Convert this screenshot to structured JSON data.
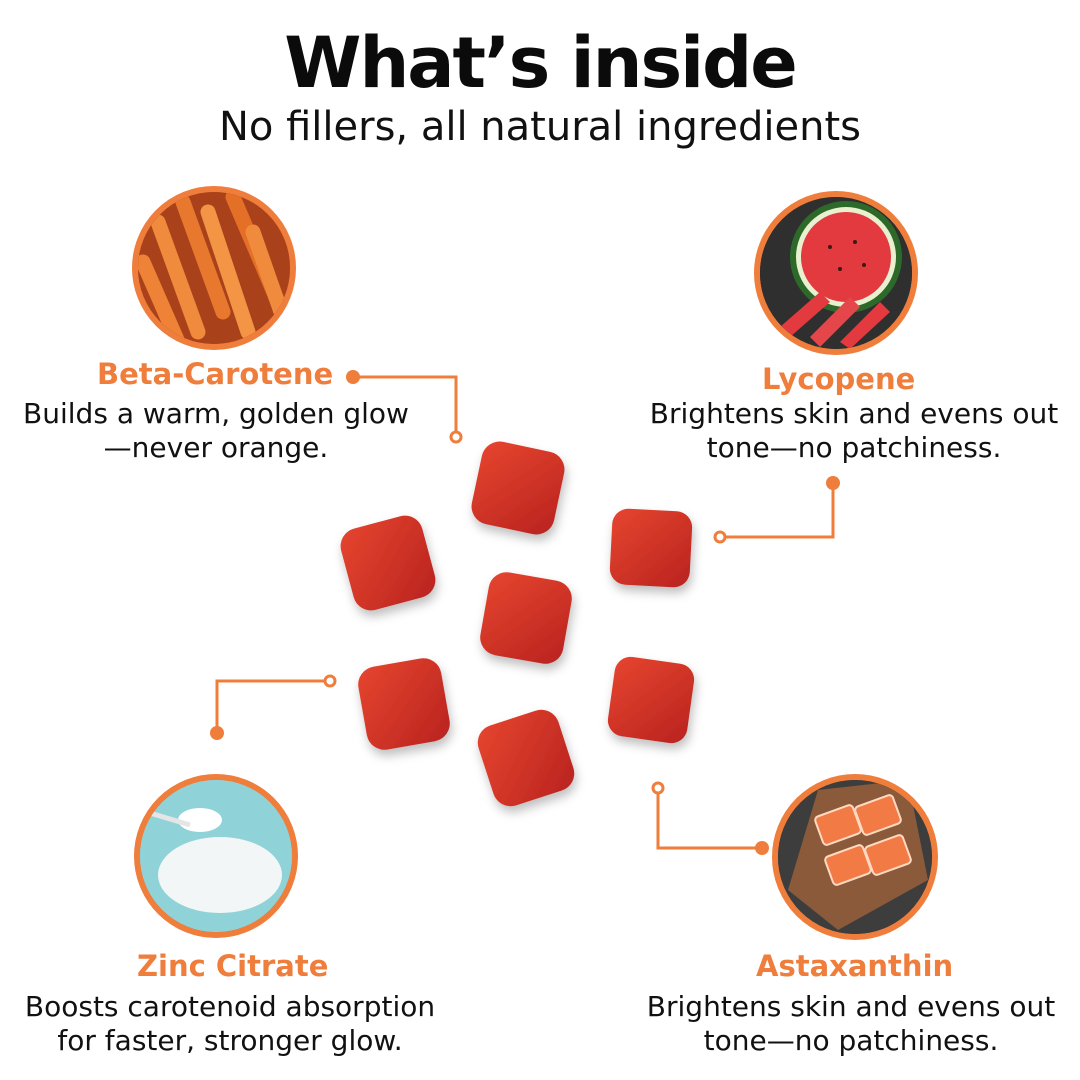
{
  "header": {
    "title": "What’s inside",
    "subtitle": "No fillers, all natural ingredients"
  },
  "colors": {
    "accent": "#ef7d3b",
    "gummy": "#d8322a",
    "text": "#111111"
  },
  "ingredients": [
    {
      "name": "Beta-Carotene",
      "line1": "Builds a warm, golden glow",
      "line2": "—never orange.",
      "image": "carrots-image"
    },
    {
      "name": "Lycopene",
      "line1": "Brightens skin and evens out",
      "line2": "tone—no patchiness.",
      "image": "watermelon-image"
    },
    {
      "name": "Zinc Citrate",
      "line1": "Boosts carotenoid absorption",
      "line2": "for faster, stronger glow.",
      "image": "zinc-powder-image"
    },
    {
      "name": "Astaxanthin",
      "line1": "Brightens skin and evens out",
      "line2": "tone—no patchiness.",
      "image": "salmon-image"
    }
  ]
}
